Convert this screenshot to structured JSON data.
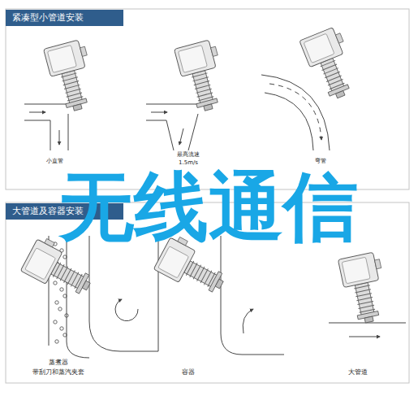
{
  "diagram": {
    "nodes": [
      {
        "text": [
          "紧凑型小管道安装"
        ]
      },
      {
        "text": [
          "大管道及容器安装"
        ]
      }
    ],
    "labels": [
      "小直管",
      "最高流速",
      "1.5m/s",
      "弯管",
      "无线通信",
      "蒸煮器",
      "带刮刀和蒸汽夹套",
      "容器",
      "大管道"
    ]
  }
}
